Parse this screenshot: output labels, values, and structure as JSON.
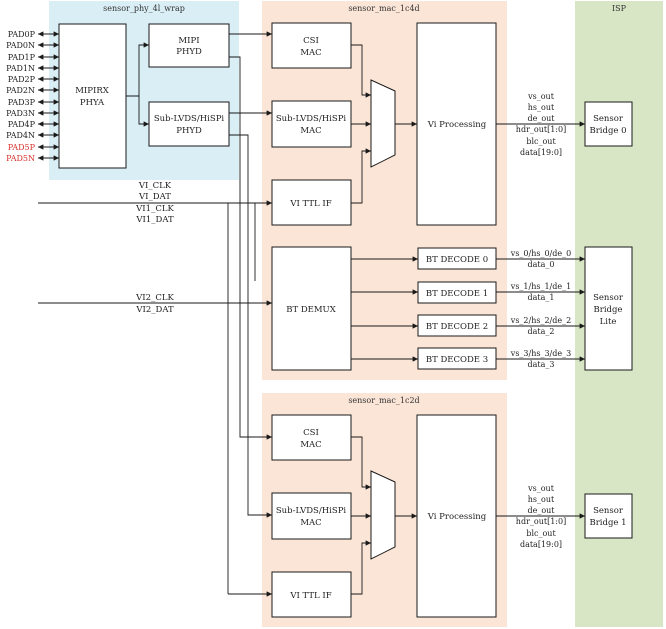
{
  "regions": {
    "phy_wrap": "sensor_phy_4l_wrap",
    "mac_1c4d": "sensor_mac_1c4d",
    "mac_1c2d": "sensor_mac_1c2d",
    "isp": "ISP"
  },
  "pads": [
    "PAD0P",
    "PAD0N",
    "PAD1P",
    "PAD1N",
    "PAD2P",
    "PAD2N",
    "PAD3P",
    "PAD3N",
    "PAD4P",
    "PAD4N",
    "PAD5P",
    "PAD5N"
  ],
  "pad_highlight_color": "#d9302c",
  "blocks": {
    "mipirx_phya": [
      "MIPIRX",
      "PHYA"
    ],
    "mipi_phyd": [
      "MIPI",
      "PHYD"
    ],
    "sublvds_phyd": [
      "Sub-LVDS/HiSPi",
      "PHYD"
    ],
    "csi_mac_1": [
      "CSI",
      "MAC"
    ],
    "sublvds_mac_1": [
      "Sub-LVDS/HiSPi",
      "MAC"
    ],
    "vi_ttl_if_1": "VI TTL IF",
    "vi_processing_1": "Vi Processing",
    "bt_demux": "BT DEMUX",
    "bt_decode": [
      "BT DECODE 0",
      "BT DECODE 1",
      "BT DECODE 2",
      "BT DECODE 3"
    ],
    "csi_mac_2": [
      "CSI",
      "MAC"
    ],
    "sublvds_mac_2": [
      "Sub-LVDS/HiSPi",
      "MAC"
    ],
    "vi_ttl_if_2": "VI TTL IF",
    "vi_processing_2": "Vi Processing",
    "sensor_bridge_0": [
      "Sensor",
      "Bridge 0"
    ],
    "sensor_bridge_lite": [
      "Sensor",
      "Bridge",
      "Lite"
    ],
    "sensor_bridge_1": [
      "Sensor",
      "Bridge 1"
    ]
  },
  "inputs": {
    "vi_clk": "VI_CLK",
    "vi_dat": "VI_DAT",
    "vi1_clk": "VI1_CLK",
    "vi1_dat": "VI1_DAT",
    "vi2_clk": "VI2_CLK",
    "vi2_dat": "VI2_DAT"
  },
  "outputs_main": [
    "vs_out",
    "hs_out",
    "de_out",
    "hdr_out[1:0]",
    "blc_out",
    "data[19:0]"
  ],
  "outputs_bt": [
    [
      "vs_0/hs_0/de_0",
      "data_0"
    ],
    [
      "vs_1/hs_1/de_1",
      "data_1"
    ],
    [
      "vs_2/hs_2/de_2",
      "data_2"
    ],
    [
      "vs_3/hs_3/de_3",
      "data_3"
    ]
  ],
  "colors": {
    "phy_region": "#daeef5",
    "mac_region": "#fbe5d7",
    "isp_region": "#d8e6c5"
  }
}
